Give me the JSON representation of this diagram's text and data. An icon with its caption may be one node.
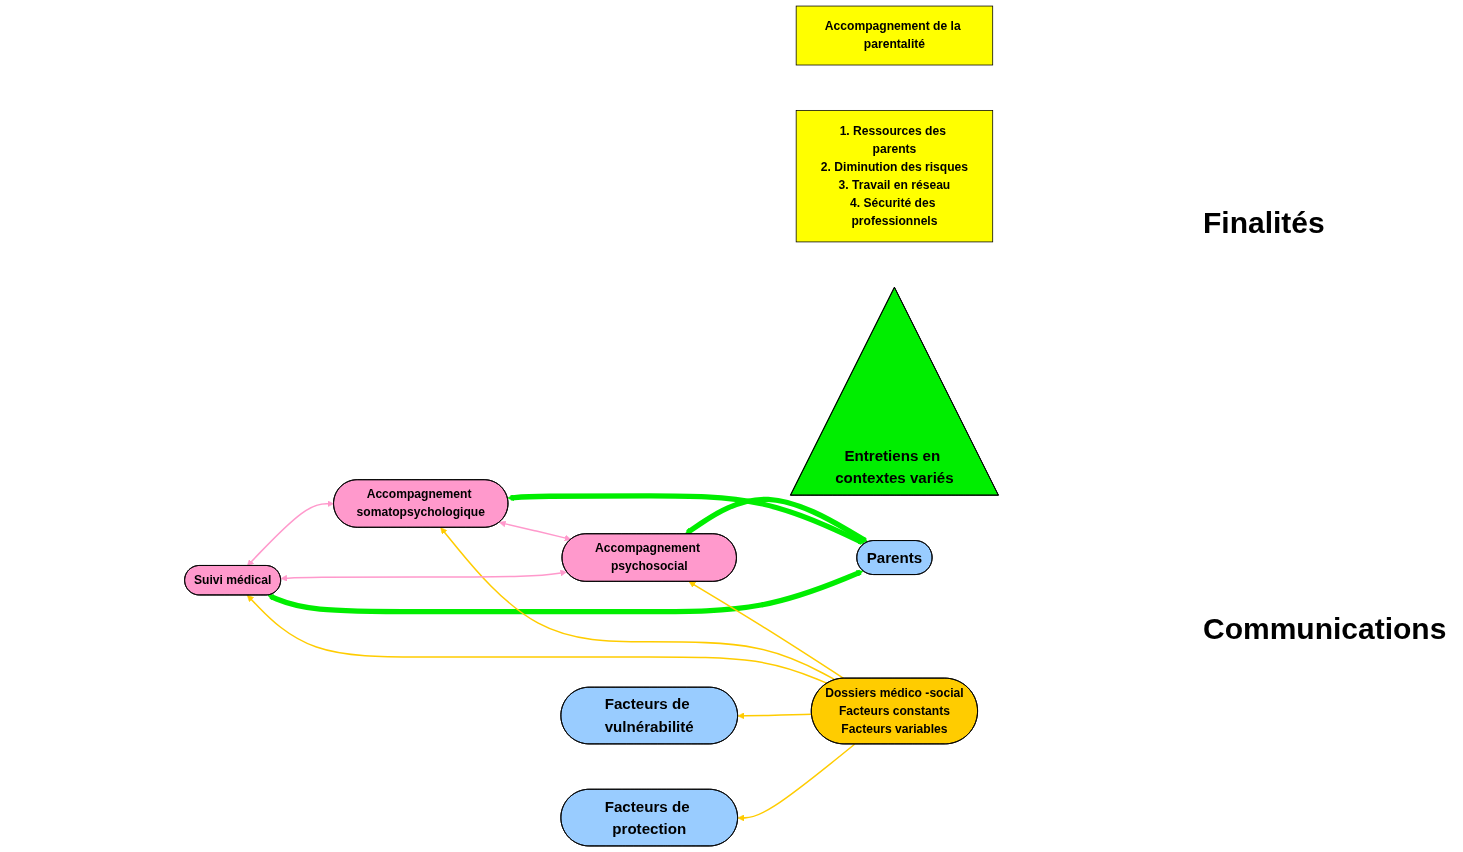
{
  "diagram": {
    "nodes": [
      {
        "text": [
          "Accompagnement de la parentalité"
        ]
      },
      {
        "text": [
          "1. Ressources des parents",
          "2. Diminution des risques",
          "3. Travail en réseau",
          "4. Sécurité des professionnels"
        ]
      },
      {
        "text": [
          "Accompagnement psychosocial"
        ]
      },
      {
        "text": [
          "Entretiens en contextes variés"
        ]
      },
      {
        "text": [
          "Accompagnement somatopsychologique"
        ]
      },
      {
        "text": [
          "Parents"
        ]
      },
      {
        "text": [
          "Suivi médical"
        ]
      },
      {
        "text": [
          "Facteurs de vulnérabilité"
        ]
      },
      {
        "text": [
          "Dossiers médico -social",
          "Facteurs constants",
          "Facteurs variables"
        ]
      },
      {
        "text": [
          "Facteurs de protection"
        ]
      }
    ],
    "edges": [
      {
        "from": 5,
        "to": 2,
        "arrow": "both",
        "style": "thick",
        "color": "#00ee00"
      },
      {
        "from": 5,
        "to": 4,
        "arrow": "both",
        "style": "thick",
        "color": "#00ee00"
      },
      {
        "from": 5,
        "to": 6,
        "arrow": "both",
        "style": "thick",
        "color": "#00ee00"
      },
      {
        "from": 8,
        "to": 2,
        "arrow": "to",
        "color": "#ffcc00"
      },
      {
        "from": 8,
        "to": 4,
        "arrow": "to",
        "color": "#ffcc00"
      },
      {
        "from": 8,
        "to": 6,
        "arrow": "to",
        "color": "#ffcc00"
      },
      {
        "from": 8,
        "to": 7,
        "arrow": "to",
        "color": "#ffcc00"
      },
      {
        "from": 8,
        "to": 9,
        "arrow": "to",
        "color": "#ffcc00"
      },
      {
        "from": 2,
        "to": 4,
        "arrow": "both",
        "color": "#ff99cc"
      },
      {
        "from": 4,
        "to": 6,
        "arrow": "both",
        "color": "#ff99cc"
      },
      {
        "from": 2,
        "to": 6,
        "arrow": "both",
        "color": "#ff99cc"
      }
    ],
    "labels": [
      "Finalités",
      "Communications"
    ]
  }
}
